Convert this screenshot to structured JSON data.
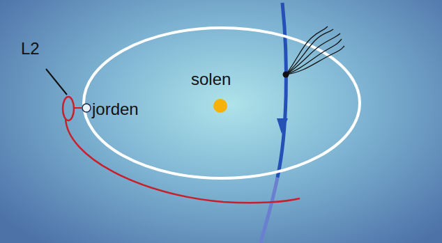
{
  "diagram": {
    "labels": [
      "L2",
      "solen",
      "jorden"
    ]
  }
}
